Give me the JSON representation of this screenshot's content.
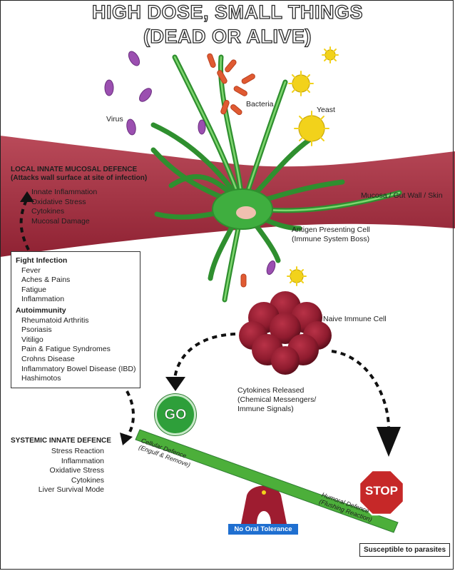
{
  "title": {
    "line1": "HIGH DOSE, SMALL THINGS",
    "line2": "(DEAD OR ALIVE)"
  },
  "pathogens": {
    "virus": "Virus",
    "bacteria": "Bacteria",
    "yeast": "Yeast"
  },
  "local_defence": {
    "heading": "LOCAL INNATE MUCOSAL DEFENCE",
    "subheading": "(Attacks wall surface at site of infection)",
    "items": [
      "Innate Inflammation",
      "Oxidative Stress",
      "Cytokines",
      "Mucosal Damage"
    ]
  },
  "mucosa_label": "Mucosa / Gut Wall / Skin",
  "apc_label": {
    "line1": "Antigen Presenting Cell",
    "line2": "(Immune System Boss)"
  },
  "naive_label": "Naive Immune Cell",
  "symptoms_box": {
    "fight_heading": "Fight Infection",
    "fight_items": [
      "Fever",
      "Aches & Pains",
      "Fatigue",
      "Inflammation"
    ],
    "auto_heading": "Autoimmunity",
    "auto_items": [
      "Rheumatoid Arthritis",
      "Psoriasis",
      "Vitiligo",
      "Pain & Fatigue Syndromes",
      "Crohns Disease",
      "Inflammatory Bowel Disease (IBD)",
      "Hashimotos"
    ]
  },
  "cytokines": {
    "line1": "Cytokines Released",
    "line2": "(Chemical Messengers/",
    "line3": "Immune Signals)"
  },
  "go_label": "GO",
  "stop_label": "STOP",
  "systemic": {
    "heading": "SYSTEMIC INNATE DEFENCE",
    "items": [
      "Stress Reaction",
      "Inflammation",
      "Oxidative Stress",
      "Cytokines",
      "Liver Survival Mode"
    ]
  },
  "cellular": {
    "line1": "Cellular Defence",
    "line2": "(Engulf & Remove)"
  },
  "humoral": {
    "line1": "Humoral Defence",
    "line2": "(Flushing Reaction)"
  },
  "no_oral_tolerance": "No Oral Tolerance",
  "parasites": "Susceptible to parasites",
  "colors": {
    "mucosa": "#a52a3c",
    "cell_green": "#3fae3f",
    "naive_cell": "#8e1b2e",
    "go": "#2e9f3a",
    "stop": "#c62828",
    "beam": "#4caf3a",
    "virus": "#9b4fb0",
    "bacteria": "#e05a32",
    "yeast": "#f2d21b"
  }
}
